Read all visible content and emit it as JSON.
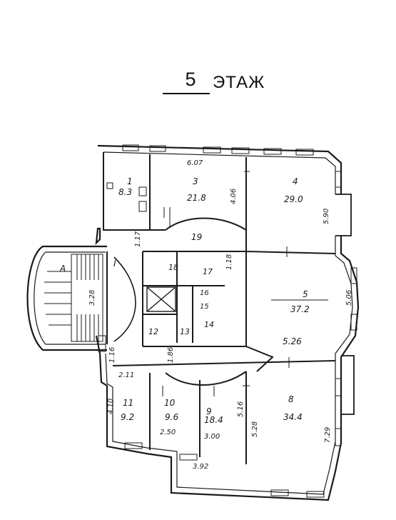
{
  "title": {
    "number": "5",
    "word": "ЭТАЖ"
  },
  "rooms": {
    "r1": {
      "number": "1",
      "area": "8.3"
    },
    "r3": {
      "number": "3",
      "area": "21.8"
    },
    "r4": {
      "number": "4",
      "area": "29.0"
    },
    "r5": {
      "number": "5",
      "area": "37.2"
    },
    "r8": {
      "number": "8",
      "area": "34.4"
    },
    "r9": {
      "number": "9",
      "area": "18.4"
    },
    "r10": {
      "number": "10",
      "area": "9.6"
    },
    "r11": {
      "number": "11",
      "area": "9.2"
    },
    "r12": {
      "number": "12"
    },
    "r13": {
      "number": "13"
    },
    "r14": {
      "number": "14"
    },
    "r15": {
      "number": "15"
    },
    "r16": {
      "number": "16"
    },
    "r17": {
      "number": "17"
    },
    "r18": {
      "number": "18"
    },
    "r19": {
      "number": "19"
    },
    "rI": {
      "number": "I"
    }
  },
  "dimensions": {
    "d607": "6.07",
    "d406": "4.06",
    "d590": "5.90",
    "d117": "1.17",
    "d328": "3.28",
    "d118": "1.18",
    "d506": "5.06",
    "d526": "5.26",
    "d211": "2.11",
    "d410": "4.10",
    "d250": "2.50",
    "d300": "3.00",
    "d516": "5.16",
    "d528": "5.28",
    "d729": "7.29",
    "d392": "3.92",
    "d186": "1.86",
    "d116": "1.16"
  },
  "stair_marker": "А"
}
